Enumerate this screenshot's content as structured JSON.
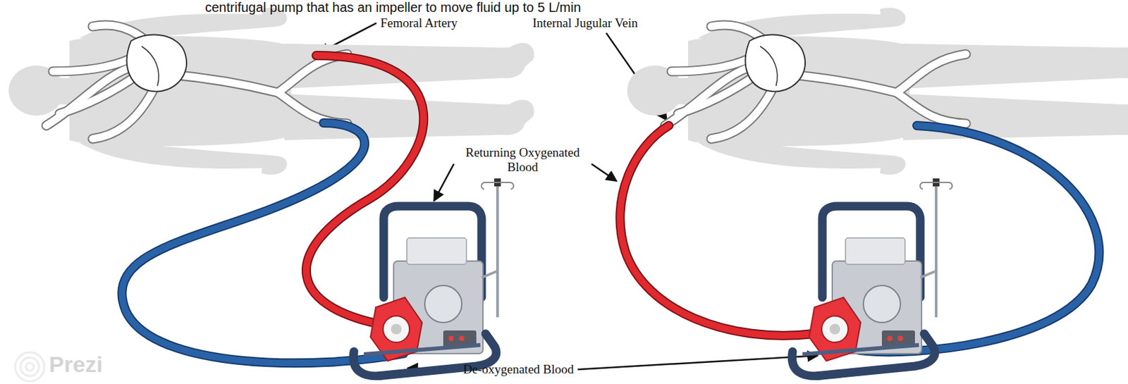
{
  "diagram": {
    "labels": [
      "centrifugal pump that has an impeller to move fluid up to 5 L/min",
      "Femoral Artery",
      "Internal Jugular Vein",
      "Returning Oxygenated Blood",
      "De-oxygenated Blood",
      "Prezi"
    ]
  }
}
